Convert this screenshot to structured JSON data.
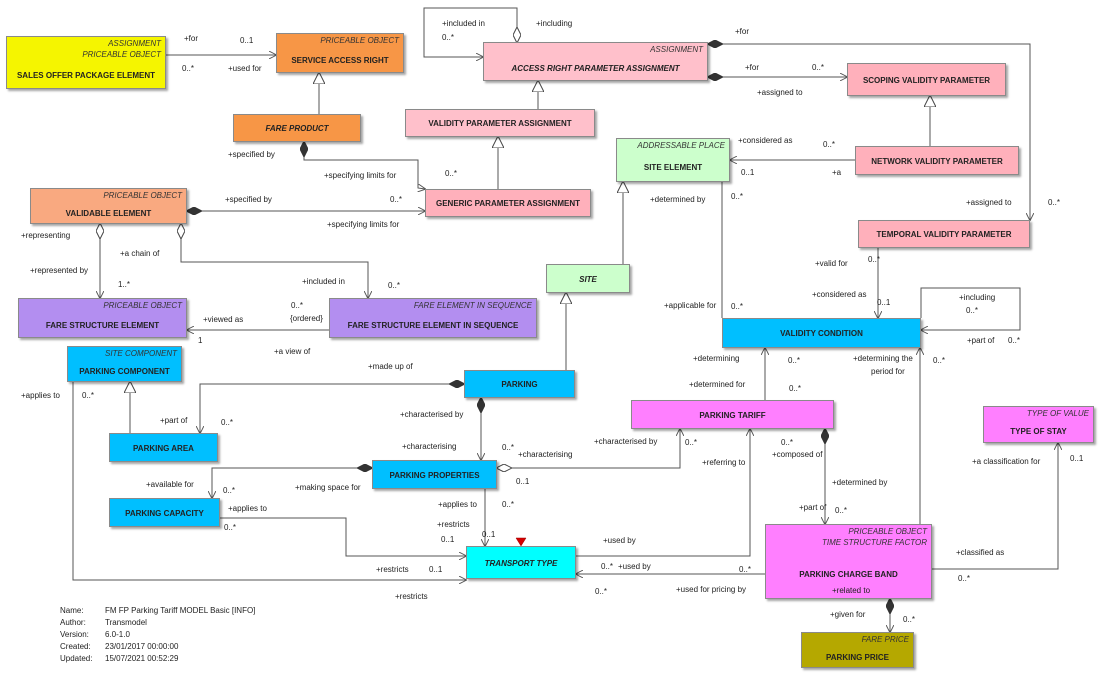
{
  "boxes": {
    "sales_offer": {
      "stereo": [
        "ASSIGNMENT",
        "PRICEABLE OBJECT"
      ],
      "name": "SALES OFFER PACKAGE ELEMENT",
      "fill": "#f5f500"
    },
    "service_access_right": {
      "stereo": [
        "PRICEABLE OBJECT"
      ],
      "name": "SERVICE ACCESS RIGHT",
      "fill": "#f79646"
    },
    "fare_product": {
      "stereo": [],
      "name": "FARE PRODUCT",
      "fill": "#f79646"
    },
    "access_right_param": {
      "stereo": [
        "ASSIGNMENT"
      ],
      "name": "ACCESS RIGHT PARAMETER ASSIGNMENT",
      "fill": "#ffc0cb"
    },
    "validity_param_assign": {
      "stereo": [],
      "name": "VALIDITY PARAMETER ASSIGNMENT",
      "fill": "#ffc0cb"
    },
    "scoping_validity": {
      "stereo": [],
      "name": "SCOPING VALIDITY PARAMETER",
      "fill": "#ffb0bb"
    },
    "network_validity": {
      "stereo": [],
      "name": "NETWORK VALIDITY PARAMETER",
      "fill": "#ffb0bb"
    },
    "generic_param": {
      "stereo": [],
      "name": "GENERIC PARAMETER ASSIGNMENT",
      "fill": "#ffb0bb"
    },
    "site_element": {
      "stereo": [
        "ADDRESSABLE PLACE"
      ],
      "name": "SITE ELEMENT",
      "fill": "#ccffcc"
    },
    "validable_element": {
      "stereo": [
        "PRICEABLE OBJECT"
      ],
      "name": "VALIDABLE ELEMENT",
      "fill": "#f9a980"
    },
    "temporal_validity": {
      "stereo": [],
      "name": "TEMPORAL VALIDITY PARAMETER",
      "fill": "#ffb0bb"
    },
    "site": {
      "stereo": [],
      "name": "SITE",
      "fill": "#ccffcc"
    },
    "fare_structure_element": {
      "stereo": [
        "PRICEABLE OBJECT"
      ],
      "name": "FARE STRUCTURE ELEMENT",
      "fill": "#b38ef0"
    },
    "fse_in_sequence": {
      "stereo": [
        "FARE ELEMENT IN SEQUENCE"
      ],
      "name": "FARE STRUCTURE ELEMENT IN SEQUENCE",
      "fill": "#b38ef0"
    },
    "validity_condition": {
      "stereo": [],
      "name": "VALIDITY CONDITION",
      "fill": "#00bfff"
    },
    "parking_component": {
      "stereo": [
        "SITE COMPONENT"
      ],
      "name": "PARKING COMPONENT",
      "fill": "#00bfff"
    },
    "parking": {
      "stereo": [],
      "name": "PARKING",
      "fill": "#00bfff"
    },
    "parking_area": {
      "stereo": [],
      "name": "PARKING AREA",
      "fill": "#00bfff"
    },
    "parking_tariff": {
      "stereo": [],
      "name": "PARKING TARIFF",
      "fill": "#ff7fff"
    },
    "type_of_stay": {
      "stereo": [
        "TYPE OF VALUE"
      ],
      "name": "TYPE OF STAY",
      "fill": "#ff7fff"
    },
    "parking_properties": {
      "stereo": [],
      "name": "PARKING PROPERTIES",
      "fill": "#00bfff"
    },
    "parking_capacity": {
      "stereo": [],
      "name": "PARKING CAPACITY",
      "fill": "#00bfff"
    },
    "transport_type": {
      "stereo": [],
      "name": "TRANSPORT TYPE",
      "fill": "#00ffff"
    },
    "parking_charge_band": {
      "stereo": [
        "PRICEABLE OBJECT",
        "TIME STRUCTURE FACTOR"
      ],
      "name": "PARKING CHARGE BAND",
      "fill": "#ff7fff"
    },
    "parking_price": {
      "stereo": [
        "FARE PRICE"
      ],
      "name": "PARKING PRICE",
      "fill": "#b5a800"
    }
  },
  "labels": [
    "+for",
    "0..1",
    "0..*",
    "+used for",
    "+included in",
    "0..*",
    "+including",
    "+for",
    "+for",
    "0..*",
    "+assigned to",
    "+considered as",
    "0..*",
    "0..1",
    "+a",
    "+specified by",
    "+specifying limits for",
    "0..*",
    "+specified by",
    "0..*",
    "+specifying limits for",
    "+determined by",
    "0..*",
    "+assigned to",
    "0..*",
    "+representing",
    "+a chain of",
    "+represented by",
    "1..*",
    "+included in",
    "0..*",
    "+valid for",
    "0..*",
    "+considered as",
    "0..1",
    "+including",
    "0..*",
    "+part of",
    "0..*",
    "0..*",
    "{ordered}",
    "+viewed as",
    "1",
    "+a view of",
    "+applicable for",
    "0..*",
    "+made up of",
    "+determining",
    "0..*",
    "+determining the",
    "period for",
    "0..*",
    "+applies to",
    "0..*",
    "+determined for",
    "0..*",
    "+part of",
    "0..*",
    "+characterised by",
    "+characterising",
    "0..*",
    "+characterising",
    "+characterised by",
    "0..*",
    "0..*",
    "+a classification for",
    "0..1",
    "+composed of",
    "+referring to",
    "+available for",
    "0..*",
    "+making space for",
    "0..1",
    "+applies to",
    "0..*",
    "+determined by",
    "+part of",
    "0..*",
    "+applies to",
    "0..*",
    "+restricts",
    "0..1",
    "0..1",
    "+used by",
    "+classified as",
    "+restricts",
    "0..1",
    "0..*",
    "+used by",
    "0..*",
    "0..*",
    "+restricts",
    "0..*",
    "+used for pricing  by",
    "+related to",
    "+given for",
    "0..*"
  ],
  "info": {
    "rows": [
      {
        "key": "Name:",
        "value": "FM FP Parking Tariff MODEL Basic [INFO]"
      },
      {
        "key": "Author:",
        "value": "Transmodel"
      },
      {
        "key": "Version:",
        "value": "6.0-1.0"
      },
      {
        "key": "Created:",
        "value": "23/01/2017 00:00:00"
      },
      {
        "key": "Updated:",
        "value": "15/07/2021 00:52:29"
      }
    ]
  }
}
